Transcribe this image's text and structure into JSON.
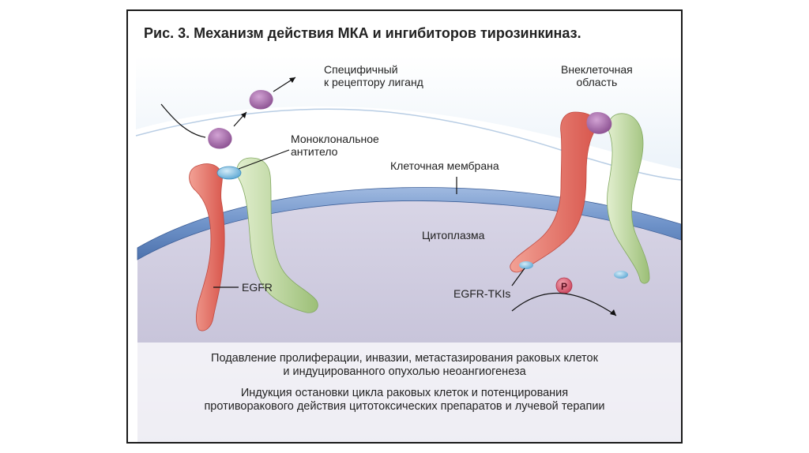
{
  "figure": {
    "title": "Рис. 3. Механизм действия МКА и ингибиторов тирозинкиназ.",
    "labels": {
      "ligand": [
        "Специфичный",
        "к рецептору лиганд"
      ],
      "antibody": [
        "Моноклональное",
        "антитело"
      ],
      "extracellular": [
        "Внеклеточная",
        "область"
      ],
      "membrane": "Клеточная мембрана",
      "cytoplasm": "Цитоплазма",
      "egfr": "EGFR",
      "egfr_tki": "EGFR-TKIs",
      "phosphate": "P"
    },
    "effects": [
      [
        "Подавление пролиферации, инвазии, метастазирования раковых клеток",
        "и индуцированного опухолью неоангиогенеза"
      ],
      [
        "Индукция остановки цикла раковых клеток и потенцирования",
        "противоракового действия цитотоксических препаратов и лучевой терапии"
      ]
    ]
  },
  "colors": {
    "membrane": "#6f93c9",
    "cytoplasm": "#c9c6dc",
    "receptor_red": "#e8776a",
    "receptor_green": "#b9d49a",
    "ligand": "#a36aa8",
    "antibody": "#8ec6e8",
    "phosphate": "#d9667a"
  }
}
